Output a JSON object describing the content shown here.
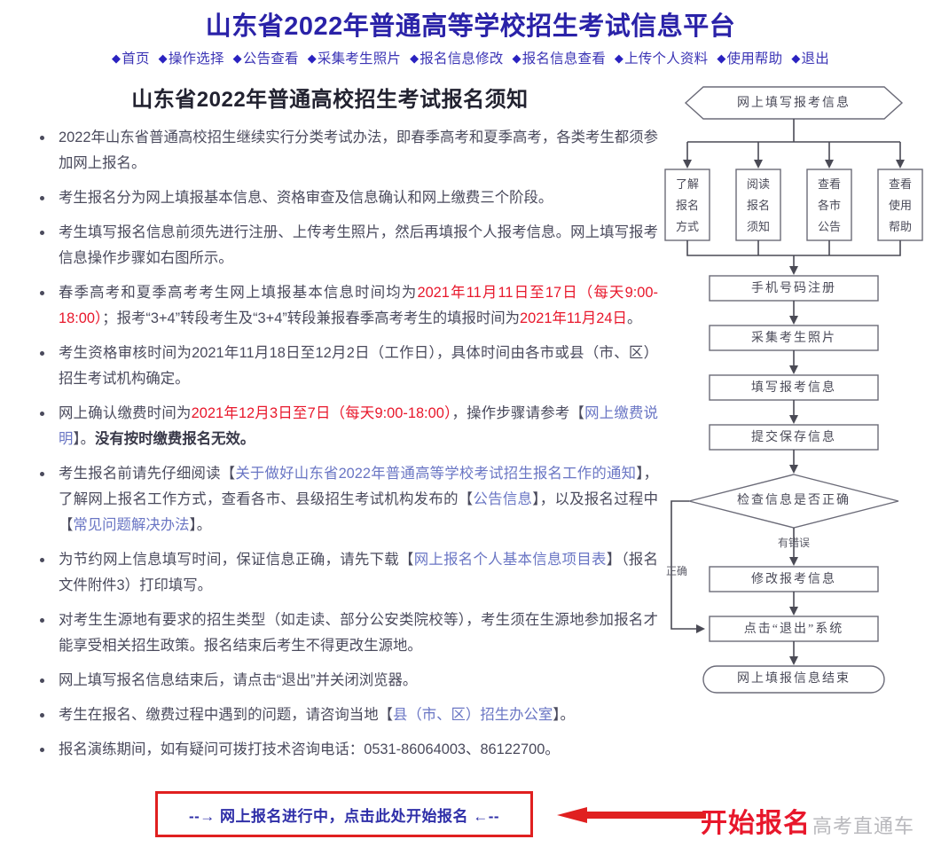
{
  "header": {
    "site_title": "山东省2022年普通高等学校招生考试信息平台",
    "nav_bullet": "◆",
    "nav_items": [
      {
        "label": "首页"
      },
      {
        "label": "操作选择"
      },
      {
        "label": "公告查看"
      },
      {
        "label": "采集考生照片"
      },
      {
        "label": "报名信息修改"
      },
      {
        "label": "报名信息查看"
      },
      {
        "label": "上传个人资料"
      },
      {
        "label": "使用帮助"
      },
      {
        "label": "退出"
      }
    ]
  },
  "notice": {
    "title": "山东省2022年普通高校招生考试报名须知",
    "items": [
      {
        "id": "item-classified-exam",
        "parts": [
          {
            "text": "2022年山东省普通高校招生继续实行分类考试办法，即春季高考和夏季高考，各类考生都须参加网上报名。",
            "style": "normal"
          }
        ]
      },
      {
        "id": "item-three-stages",
        "parts": [
          {
            "text": "考生报名分为网上填报基本信息、资格审查及信息确认和网上缴费三个阶段。",
            "style": "normal"
          }
        ]
      },
      {
        "id": "item-register-first",
        "parts": [
          {
            "text": "考生填写报名信息前须先进行注册、上传考生照片，然后再填报个人报考信息。网上填写报考信息操作步骤如右图所示。",
            "style": "normal"
          }
        ]
      },
      {
        "id": "item-basic-info-time",
        "parts": [
          {
            "text": "春季高考和夏季高考考生网上填报基本信息时间均为",
            "style": "normal"
          },
          {
            "text": "2021年11月11日至17日（每天9:00-18:00）",
            "style": "red"
          },
          {
            "text": "；报考“3+4”转段考生及“3+4”转段兼报春季高考考生的填报时间为",
            "style": "normal"
          },
          {
            "text": "2021年11月24日",
            "style": "red"
          },
          {
            "text": "。",
            "style": "normal"
          }
        ]
      },
      {
        "id": "item-qualification-review",
        "parts": [
          {
            "text": "考生资格审核时间为2021年11月18日至12月2日（工作日），具体时间由各市或县（市、区）招生考试机构确定。",
            "style": "normal"
          }
        ]
      },
      {
        "id": "item-payment-time",
        "parts": [
          {
            "text": "网上确认缴费时间为",
            "style": "normal"
          },
          {
            "text": "2021年12月3日至7日（每天9:00-18:00）",
            "style": "red"
          },
          {
            "text": "，操作步骤请参考【",
            "style": "normal"
          },
          {
            "text": "网上缴费说明",
            "style": "blue"
          },
          {
            "text": "】。",
            "style": "normal"
          },
          {
            "text": "没有按时缴费报名无效。",
            "style": "bold"
          }
        ]
      },
      {
        "id": "item-read-notice",
        "parts": [
          {
            "text": "考生报名前请先仔细阅读【",
            "style": "normal"
          },
          {
            "text": "关于做好山东省2022年普通高等学校考试招生报名工作的通知",
            "style": "blue"
          },
          {
            "text": "】，了解网上报名工作方式，查看各市、县级招生考试机构发布的【",
            "style": "normal"
          },
          {
            "text": "公告信息",
            "style": "blue"
          },
          {
            "text": "】，以及报名过程中【",
            "style": "normal"
          },
          {
            "text": "常见问题解决办法",
            "style": "blue"
          },
          {
            "text": "】。",
            "style": "normal"
          }
        ]
      },
      {
        "id": "item-download-form",
        "parts": [
          {
            "text": "为节约网上信息填写时间，保证信息正确，请先下载【",
            "style": "normal"
          },
          {
            "text": "网上报名个人基本信息项目表",
            "style": "blue"
          },
          {
            "text": "】（报名文件附件3）打印填写。",
            "style": "normal"
          }
        ]
      },
      {
        "id": "item-source-place",
        "parts": [
          {
            "text": "对考生生源地有要求的招生类型（如走读、部分公安类院校等），考生须在生源地参加报名才能享受相关招生政策。报名结束后考生不得更改生源地。",
            "style": "normal"
          }
        ]
      },
      {
        "id": "item-logout-browser",
        "parts": [
          {
            "text": "网上填写报名信息结束后，请点击“退出”并关闭浏览器。",
            "style": "normal"
          }
        ]
      },
      {
        "id": "item-consult-office",
        "parts": [
          {
            "text": "考生在报名、缴费过程中遇到的问题，请咨询当地【",
            "style": "normal"
          },
          {
            "text": "县（市、区）招生办公室",
            "style": "blue"
          },
          {
            "text": "】。",
            "style": "normal"
          }
        ]
      },
      {
        "id": "item-hotline",
        "parts": [
          {
            "text": "报名演练期间，如有疑问可拨打技术咨询电话：0531-86064003、86122700。",
            "style": "normal"
          }
        ]
      }
    ]
  },
  "cta": {
    "box_text": "--→ 网上报名进行中，点击此处开始报名 ←--",
    "arrow_label": "开始报名",
    "watermark": "高考直通车"
  },
  "flowchart": {
    "start": "网上填写报考信息",
    "branches": [
      {
        "label": "了解报名方式"
      },
      {
        "label": "阅读报名须知"
      },
      {
        "label": "查看各市公告"
      },
      {
        "label": "查看使用帮助"
      }
    ],
    "steps": [
      {
        "label": "手机号码注册"
      },
      {
        "label": "采集考生照片"
      },
      {
        "label": "填写报考信息"
      },
      {
        "label": "提交保存信息"
      }
    ],
    "decision": "检查信息是否正确",
    "branch_error_label": "有错误",
    "branch_ok_label": "正确",
    "fix_step": "修改报考信息",
    "exit_step": "点击“退出”系统",
    "end": "网上填报信息结束"
  },
  "colors": {
    "title_blue": "#2a22a8",
    "nav_blue": "#3b34b5",
    "highlight_red": "#e8172b",
    "link_blue": "#6a76c4",
    "cta_border_red": "#e02020"
  }
}
